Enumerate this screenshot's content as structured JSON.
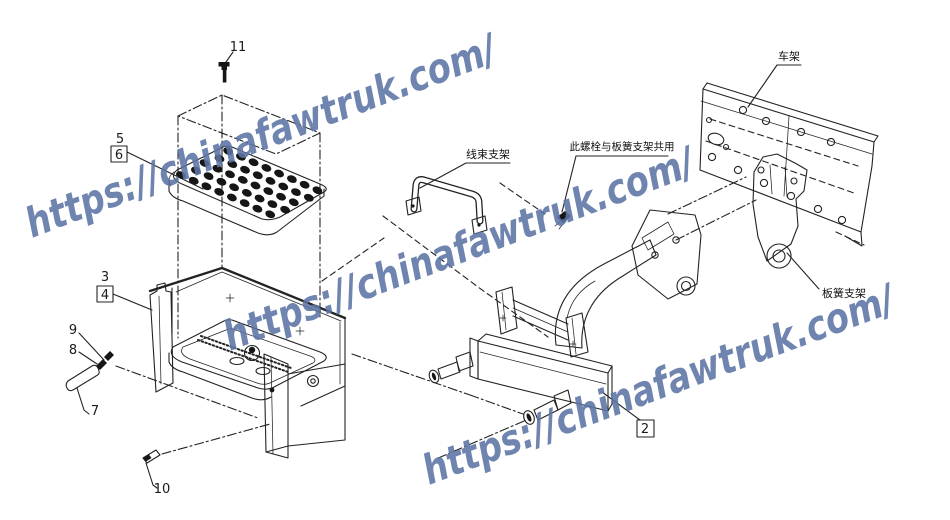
{
  "watermark": {
    "text": "https://chinafawtruk.com/",
    "color": "#5c75a6",
    "count": 3
  },
  "labels": {
    "wire_harness_bracket": "线束支架",
    "shared_bolt_note": "此螺栓与板簧支架共用",
    "frame": "车架",
    "leaf_spring_bracket": "板簧支架"
  },
  "callouts": {
    "n2": "2",
    "n3": "3",
    "n4": "4",
    "n5": "5",
    "n6": "6",
    "n7": "7",
    "n8": "8",
    "n9": "9",
    "n10": "10",
    "n11": "11"
  },
  "colors": {
    "background": "#ffffff",
    "line": "#232323",
    "watermark": "#5c75a6"
  }
}
